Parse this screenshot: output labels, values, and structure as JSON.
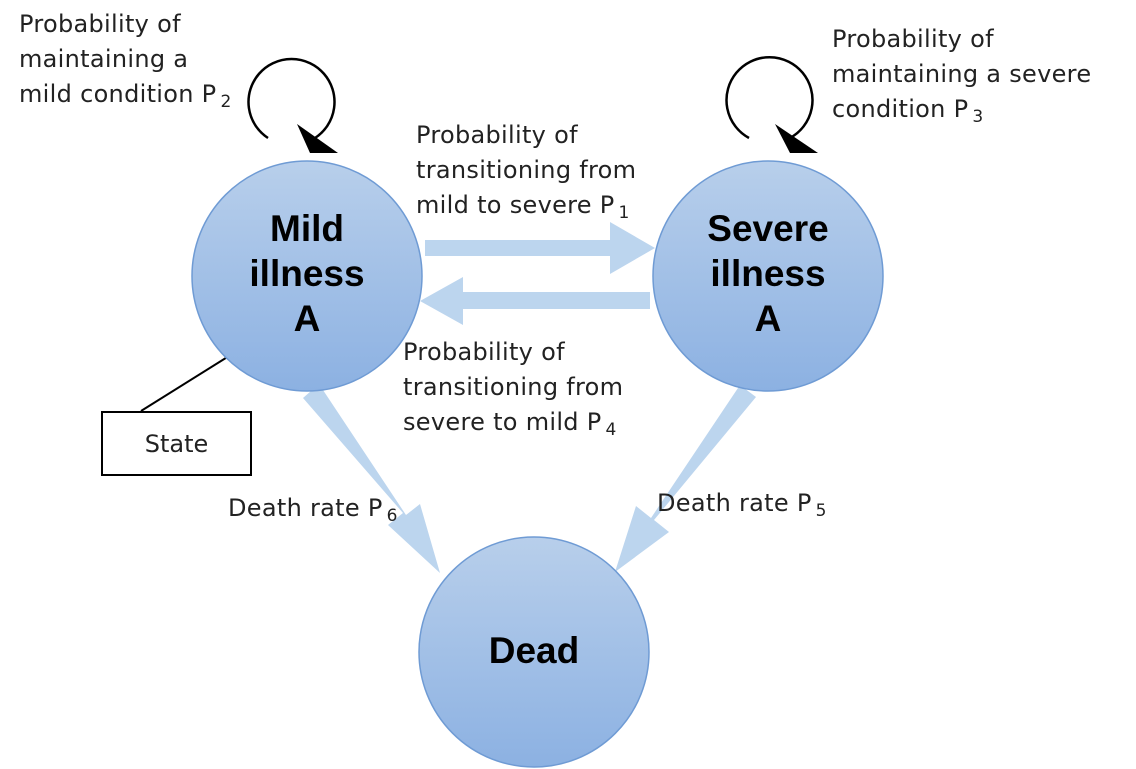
{
  "nodes": {
    "mild": {
      "line1": "Mild",
      "line2": "illness",
      "line3": "A"
    },
    "severe": {
      "line1": "Severe",
      "line2": "illness",
      "line3": "A"
    },
    "dead": {
      "line1": "Dead"
    }
  },
  "labels": {
    "p2": {
      "line1": "Probability of",
      "line2": "maintaining a",
      "line3": "mild condition P",
      "sub": "2"
    },
    "p3": {
      "line1": "Probability of",
      "line2": "maintaining a severe",
      "line3": "condition P",
      "sub": "3"
    },
    "p1": {
      "line1": "Probability of",
      "line2": "transitioning from",
      "line3": "mild to severe P",
      "sub": "1"
    },
    "p4": {
      "line1": "Probability of",
      "line2": "transitioning from",
      "line3": "severe to mild P",
      "sub": "4"
    },
    "p6": {
      "text": "Death rate P",
      "sub": "6"
    },
    "p5": {
      "text": "Death rate P",
      "sub": "5"
    }
  },
  "legend": {
    "state_label": "State"
  },
  "colors": {
    "node_top": "#b8cfeb",
    "node_bottom": "#8cb1e2",
    "node_stroke": "#6f9bd4",
    "arrow": "#bcd5ee",
    "loop": "#000000"
  }
}
